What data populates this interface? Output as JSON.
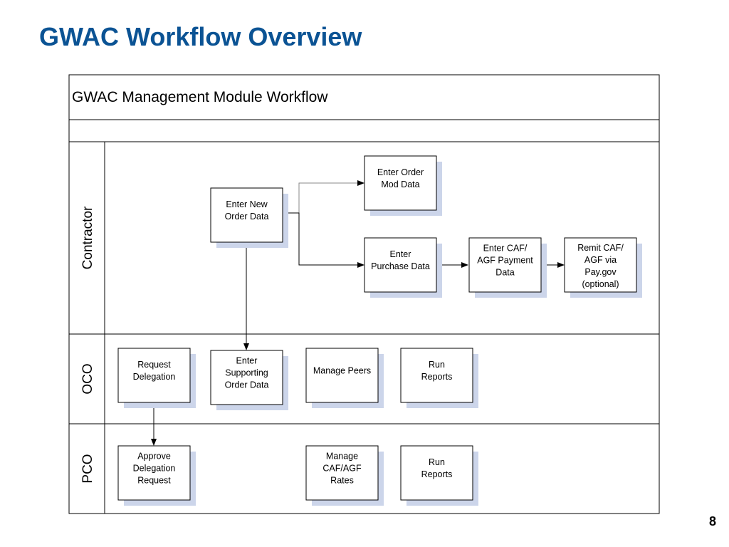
{
  "slide": {
    "title": "GWAC Workflow Overview",
    "page_number": "8"
  },
  "diagram": {
    "header": "GWAC Management Module Workflow",
    "lanes": {
      "contractor": "Contractor",
      "oco": "OCO",
      "pco": "PCO"
    },
    "boxes": {
      "enter_new_order_data": [
        "Enter New",
        "Order Data"
      ],
      "enter_order_mod_data": [
        "Enter Order",
        "Mod Data"
      ],
      "enter_purchase_data": [
        "Enter",
        "Purchase Data"
      ],
      "enter_caf_agf_payment_data": [
        "Enter CAF/",
        "AGF Payment",
        "Data"
      ],
      "remit_caf_agf": [
        "Remit CAF/",
        "AGF via",
        "Pay.gov",
        "(optional)"
      ],
      "request_delegation": [
        "Request",
        "Delegation"
      ],
      "enter_supporting_order_data": [
        "Enter",
        "Supporting",
        "Order Data"
      ],
      "manage_peers": [
        "Manage Peers"
      ],
      "oco_run_reports": [
        "Run",
        "Reports"
      ],
      "approve_delegation_request": [
        "Approve",
        "Delegation",
        "Request"
      ],
      "manage_caf_agf_rates": [
        "Manage",
        "CAF/AGF",
        "Rates"
      ],
      "pco_run_reports": [
        "Run",
        "Reports"
      ]
    },
    "colors": {
      "title": "#0b5394",
      "box_shadow": "#ccd5ea",
      "light_connector": "#8a8a8a"
    }
  }
}
